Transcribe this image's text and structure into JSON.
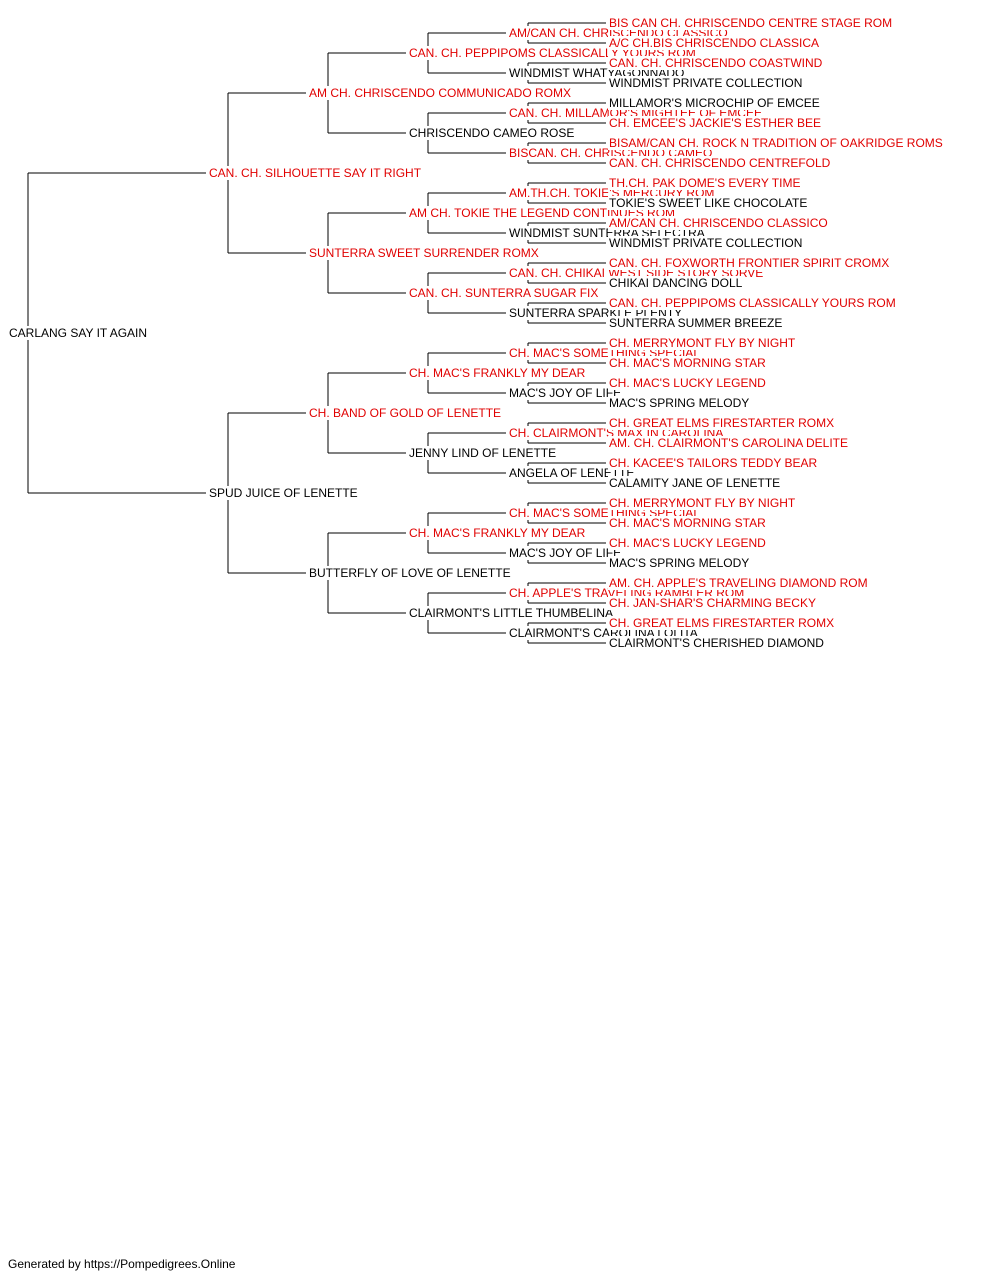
{
  "pedigree": {
    "colors": {
      "champion": "#e00000",
      "normal": "#000000",
      "line": "#000000"
    },
    "root": {
      "name": "CARLANG SAY IT AGAIN",
      "champion": false,
      "sire": {
        "name": "CAN. CH. SILHOUETTE SAY IT RIGHT",
        "champion": true,
        "sire": {
          "name": "AM CH. CHRISCENDO COMMUNICADO ROMX",
          "champion": true,
          "sire": {
            "name": "CAN. CH. PEPPIPOMS CLASSICALLY YOURS ROM",
            "champion": true,
            "sire": {
              "name": "AM/CAN CH. CHRISCENDO CLASSICO",
              "champion": true,
              "sire": {
                "name": "BIS CAN CH. CHRISCENDO CENTRE STAGE ROM",
                "champion": true
              },
              "dam": {
                "name": "A/C CH.BIS CHRISCENDO CLASSICA",
                "champion": true
              }
            },
            "dam": {
              "name": "WINDMIST WHATYAGONNADO",
              "champion": false,
              "sire": {
                "name": "CAN. CH. CHRISCENDO COASTWIND",
                "champion": true
              },
              "dam": {
                "name": "WINDMIST PRIVATE COLLECTION",
                "champion": false
              }
            }
          },
          "dam": {
            "name": "CHRISCENDO CAMEO ROSE",
            "champion": false,
            "sire": {
              "name": "CAN. CH. MILLAMOR'S MIGHTEE OF EMCEE",
              "champion": true,
              "sire": {
                "name": "MILLAMOR'S MICROCHIP OF EMCEE",
                "champion": false
              },
              "dam": {
                "name": "CH. EMCEE'S JACKIE'S ESTHER BEE",
                "champion": true
              }
            },
            "dam": {
              "name": "BISCAN. CH. CHRISCENDO CAMEO",
              "champion": true,
              "sire": {
                "name": "BISAM/CAN CH. ROCK N TRADITION OF OAKRIDGE ROMS",
                "champion": true
              },
              "dam": {
                "name": "CAN. CH. CHRISCENDO CENTREFOLD",
                "champion": true
              }
            }
          }
        },
        "dam": {
          "name": "SUNTERRA SWEET SURRENDER ROMX",
          "champion": true,
          "sire": {
            "name": "AM CH. TOKIE THE LEGEND CONTINUES ROM",
            "champion": true,
            "sire": {
              "name": "AM.TH.CH. TOKIE'S MERCURY ROM",
              "champion": true,
              "sire": {
                "name": "TH.CH. PAK DOME'S EVERY TIME",
                "champion": true
              },
              "dam": {
                "name": "TOKIE'S SWEET LIKE CHOCOLATE",
                "champion": false
              }
            },
            "dam": {
              "name": "WINDMIST SUNTERRA SELECTRA",
              "champion": false,
              "sire": {
                "name": "AM/CAN CH. CHRISCENDO CLASSICO",
                "champion": true
              },
              "dam": {
                "name": "WINDMIST PRIVATE COLLECTION",
                "champion": false
              }
            }
          },
          "dam": {
            "name": "CAN. CH. SUNTERRA SUGAR FIX",
            "champion": true,
            "sire": {
              "name": "CAN. CH. CHIKAI WEST SIDE STORY SORVE",
              "champion": true,
              "sire": {
                "name": "CAN. CH. FOXWORTH FRONTIER SPIRIT CROMX",
                "champion": true
              },
              "dam": {
                "name": "CHIKAI DANCING DOLL",
                "champion": false
              }
            },
            "dam": {
              "name": "SUNTERRA SPARKLE PLENTY",
              "champion": false,
              "sire": {
                "name": "CAN. CH. PEPPIPOMS CLASSICALLY YOURS ROM",
                "champion": true
              },
              "dam": {
                "name": "SUNTERRA SUMMER BREEZE",
                "champion": false
              }
            }
          }
        }
      },
      "dam": {
        "name": "SPUD JUICE OF LENETTE",
        "champion": false,
        "sire": {
          "name": "CH. BAND OF GOLD OF LENETTE",
          "champion": true,
          "sire": {
            "name": "CH. MAC'S FRANKLY MY DEAR",
            "champion": true,
            "sire": {
              "name": "CH. MAC'S SOMETHING SPECIAL",
              "champion": true,
              "sire": {
                "name": "CH. MERRYMONT FLY BY NIGHT",
                "champion": true
              },
              "dam": {
                "name": "CH. MAC'S MORNING STAR",
                "champion": true
              }
            },
            "dam": {
              "name": "MAC'S JOY OF LIFE",
              "champion": false,
              "sire": {
                "name": "CH. MAC'S LUCKY LEGEND",
                "champion": true
              },
              "dam": {
                "name": "MAC'S SPRING MELODY",
                "champion": false
              }
            }
          },
          "dam": {
            "name": "JENNY LIND OF LENETTE",
            "champion": false,
            "sire": {
              "name": "CH. CLAIRMONT'S MAX IN CAROLINA",
              "champion": true,
              "sire": {
                "name": "CH. GREAT ELMS FIRESTARTER ROMX",
                "champion": true
              },
              "dam": {
                "name": "AM. CH. CLAIRMONT'S CAROLINA DELITE",
                "champion": true
              }
            },
            "dam": {
              "name": "ANGELA OF LENETTE",
              "champion": false,
              "sire": {
                "name": "CH. KACEE'S TAILORS TEDDY BEAR",
                "champion": true
              },
              "dam": {
                "name": "CALAMITY JANE OF LENETTE",
                "champion": false
              }
            }
          }
        },
        "dam": {
          "name": "BUTTERFLY OF LOVE OF LENETTE",
          "champion": false,
          "sire": {
            "name": "CH. MAC'S FRANKLY MY DEAR",
            "champion": true,
            "sire": {
              "name": "CH. MAC'S SOMETHING SPECIAL",
              "champion": true,
              "sire": {
                "name": "CH. MERRYMONT FLY BY NIGHT",
                "champion": true
              },
              "dam": {
                "name": "CH. MAC'S MORNING STAR",
                "champion": true
              }
            },
            "dam": {
              "name": "MAC'S JOY OF LIFE",
              "champion": false,
              "sire": {
                "name": "CH. MAC'S LUCKY LEGEND",
                "champion": true
              },
              "dam": {
                "name": "MAC'S SPRING MELODY",
                "champion": false
              }
            }
          },
          "dam": {
            "name": "CLAIRMONT'S LITTLE THUMBELINA",
            "champion": false,
            "sire": {
              "name": "CH. APPLE'S TRAVELING RAMBLER ROM",
              "champion": true,
              "sire": {
                "name": "AM. CH. APPLE'S TRAVELING DIAMOND ROM",
                "champion": true
              },
              "dam": {
                "name": "CH. JAN-SHAR'S CHARMING BECKY",
                "champion": true
              }
            },
            "dam": {
              "name": "CLAIRMONT'S CAROLINA LOLITA",
              "champion": false,
              "sire": {
                "name": "CH. GREAT ELMS FIRESTARTER ROMX",
                "champion": true
              },
              "dam": {
                "name": "CLAIRMONT'S CHERISHED DIAMOND",
                "champion": false
              }
            }
          }
        }
      }
    }
  },
  "footer": {
    "text": "Generated by https://Pompedigrees.Online"
  }
}
